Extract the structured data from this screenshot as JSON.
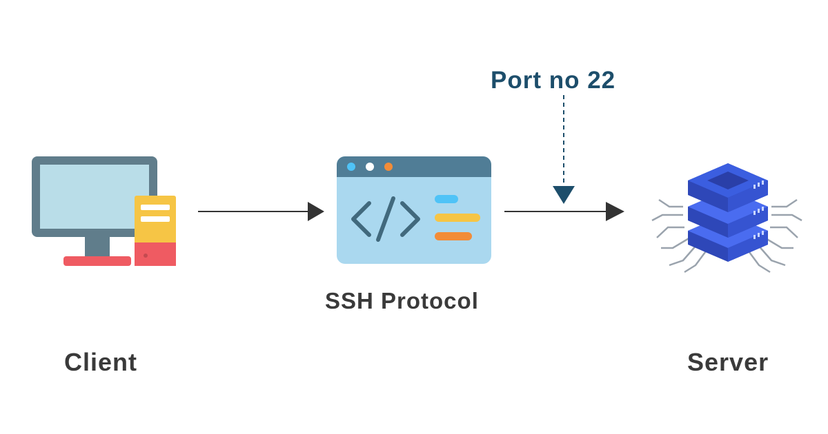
{
  "diagram": {
    "client_label": "Client",
    "protocol_label": "SSH Protocol",
    "server_label": "Server",
    "port_label": "Port no 22"
  },
  "colors": {
    "text": "#3a3a3a",
    "port_text": "#1d4e6b",
    "arrow": "#333333",
    "monitor_frame": "#607d8b",
    "monitor_screen": "#b9dde8",
    "monitor_base": "#ef5b62",
    "folder_yellow": "#f6c545",
    "window_header": "#507d96",
    "window_body": "#aad8ef",
    "server_blue": "#3b5ee0",
    "server_dark": "#2e47b8",
    "circuit_gray": "#9aa3ad"
  }
}
